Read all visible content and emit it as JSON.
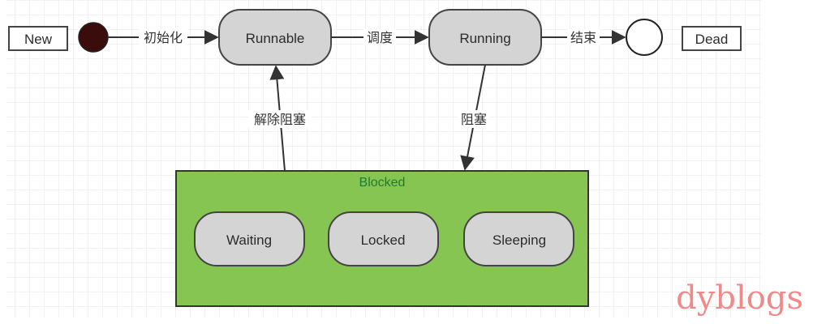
{
  "states": {
    "new": "New",
    "runnable": "Runnable",
    "running": "Running",
    "dead": "Dead",
    "blocked": "Blocked",
    "waiting": "Waiting",
    "locked": "Locked",
    "sleeping": "Sleeping"
  },
  "transitions": {
    "init": "初始化",
    "schedule": "调度",
    "finish": "结束",
    "block": "阻塞",
    "unblock": "解除阻塞"
  },
  "watermark": "dyblogs",
  "colors": {
    "state_fill": "#d4d4d4",
    "state_border": "#444444",
    "blocked_fill": "#86c552",
    "blocked_border": "#333333",
    "initial_dot": "#3a0c0c",
    "grid": "#e6e6e6",
    "watermark": "#f08a8a"
  }
}
